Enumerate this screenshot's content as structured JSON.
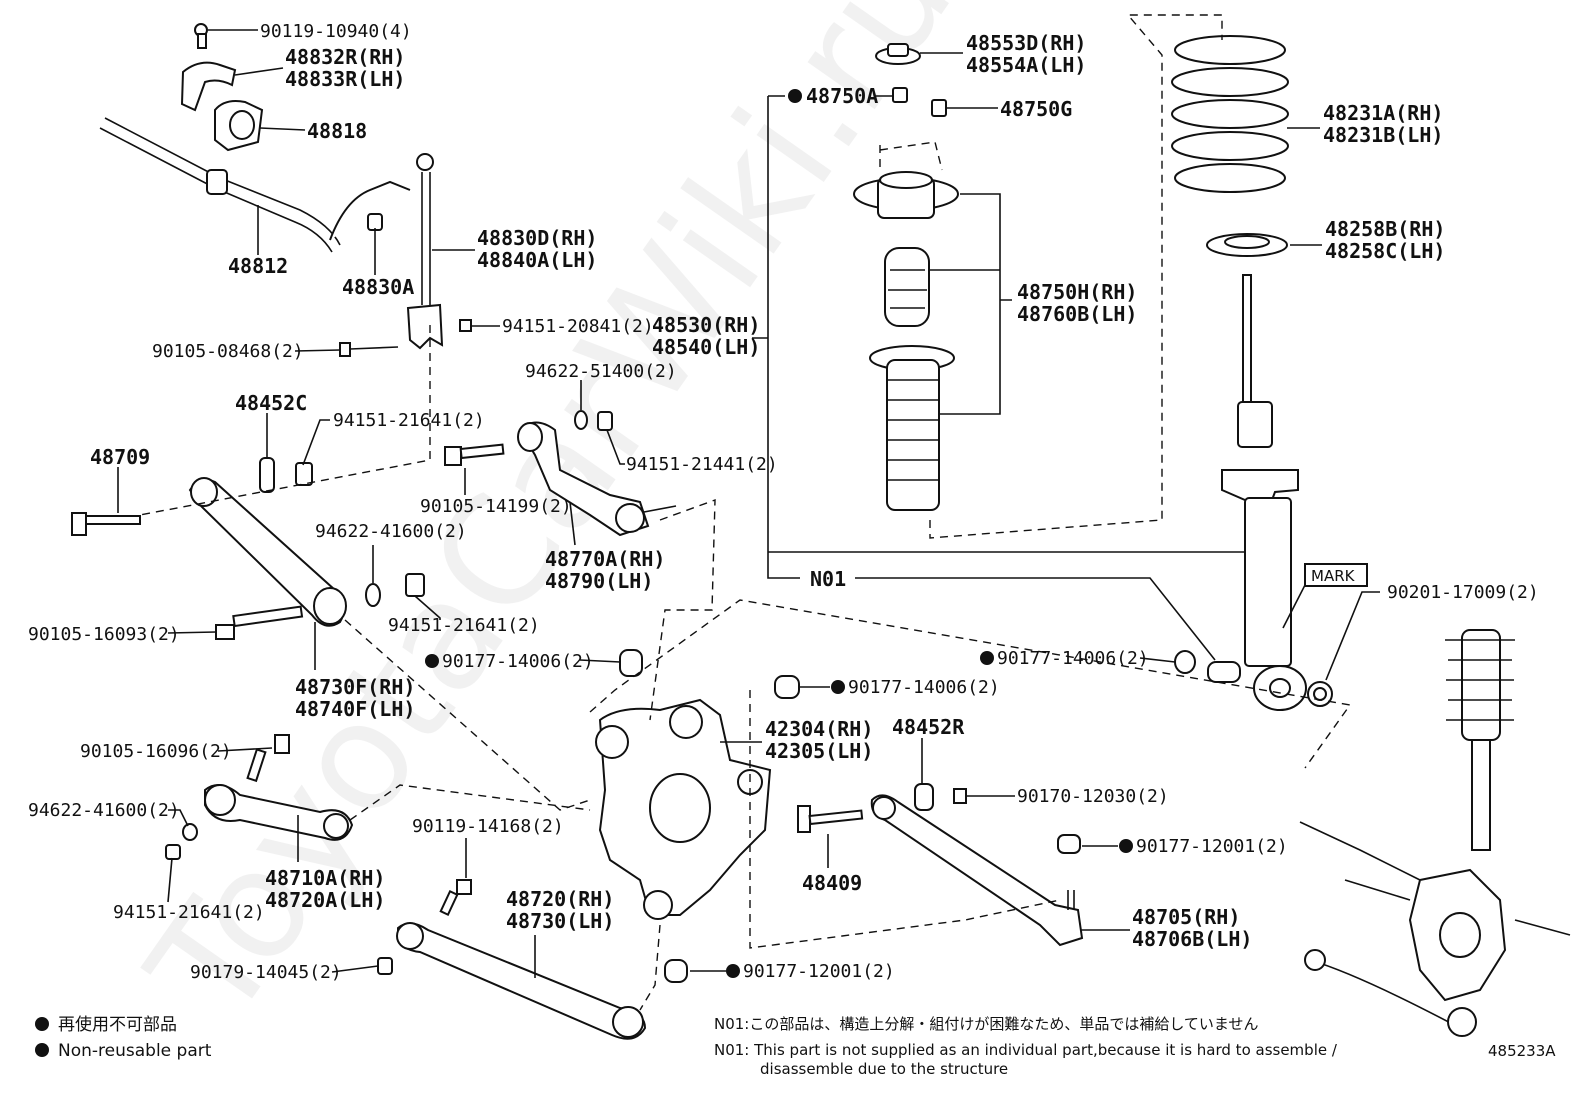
{
  "watermark": "ToyotaCarWiki.ru",
  "figure_id": "485233A",
  "mark_tag": "MARK",
  "labels": {
    "l90119_10940": "90119-10940(4)",
    "l48832R": "48832R(RH)",
    "l48833R": "48833R(LH)",
    "l48818": "48818",
    "l48812": "48812",
    "l48830A": "48830A",
    "l48830D": "48830D(RH)",
    "l48840A": "48840A(LH)",
    "l94151_20841": "94151-20841(2)",
    "l90105_08468": "90105-08468(2)",
    "l48452C": "48452C",
    "l94151_21641a": "94151-21641(2)",
    "l48709": "48709",
    "l94622_51400": "94622-51400(2)",
    "l94151_21441": "94151-21441(2)",
    "l90105_14199": "90105-14199(2)",
    "l48770A": "48770A(RH)",
    "l48790": "48790(LH)",
    "l94622_41600a": "94622-41600(2)",
    "l94151_21641b": "94151-21641(2)",
    "l90105_16093": "90105-16093(2)",
    "l48730F": "48730F(RH)",
    "l48740F": "48740F(LH)",
    "l90177_14006a": "90177-14006(2)",
    "l90105_16096": "90105-16096(2)",
    "l94622_41600b": "94622-41600(2)",
    "l48710A": "48710A(RH)",
    "l48720A": "48720A(LH)",
    "l94151_21641c": "94151-21641(2)",
    "l90119_14168": "90119-14168(2)",
    "l48720": "48720(RH)",
    "l48730": "48730(LH)",
    "l90179_14045": "90179-14045(2)",
    "l90177_12001a": "90177-12001(2)",
    "l42304": "42304(RH)",
    "l42305": "42305(LH)",
    "l90177_14006b": "90177-14006(2)",
    "l48452R": "48452R",
    "l90170_12030": "90170-12030(2)",
    "l48409": "48409",
    "l90177_12001b": "90177-12001(2)",
    "l48705": "48705(RH)",
    "l48706B": "48706B(LH)",
    "l48553D": "48553D(RH)",
    "l48554A": "48554A(LH)",
    "l48750A": "48750A",
    "l48750G": "48750G",
    "l48750H": "48750H(RH)",
    "l48760B": "48760B(LH)",
    "l48530": "48530(RH)",
    "l48540": "48540(LH)",
    "lN01": "N01",
    "l90177_14006c": "90177-14006(2)",
    "l48231A": "48231A(RH)",
    "l48231B": "48231B(LH)",
    "l48258B": "48258B(RH)",
    "l48258C": "48258C(LH)",
    "l90201_17009": "90201-17009(2)"
  },
  "legend": {
    "jp": "再使用不可部品",
    "en": "Non-reusable part"
  },
  "notes": {
    "jp": "N01:この部品は、構造上分解・組付けが困難なため、単品では補給していません",
    "en1": "N01: This part is not supplied as an individual part,because it is hard to assemble /",
    "en2": "disassemble due to the structure"
  }
}
